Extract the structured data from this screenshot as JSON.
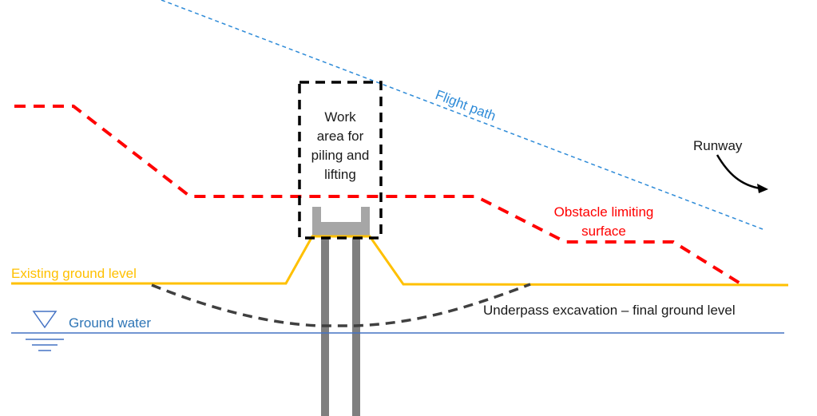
{
  "diagram": {
    "title": "Underpass construction beneath flight path",
    "labels": {
      "work_area": [
        "Work",
        "area for",
        "piling and",
        "lifting"
      ],
      "flight_path": "Flight path",
      "runway": "Runway",
      "obstacle_surface": [
        "Obstacle limiting",
        "surface"
      ],
      "existing_ground": "Existing ground level",
      "ground_water": "Ground water",
      "underpass": "Underpass excavation – final ground level"
    },
    "icons": {
      "water_table": "water-table-symbol",
      "runway_arrow": "curved-arrow"
    },
    "colors": {
      "flight_path": "#2E8BD8",
      "obstacle_surface": "#FF0000",
      "existing_ground": "#FFC000",
      "ground_water": "#4472C4",
      "ground_water_text": "#2E75B6",
      "work_area": "#000000",
      "excavation": "#404040",
      "piles": "#7F7F7F",
      "pile_cap": "#A6A6A6",
      "text": "#1a1a1a"
    }
  }
}
